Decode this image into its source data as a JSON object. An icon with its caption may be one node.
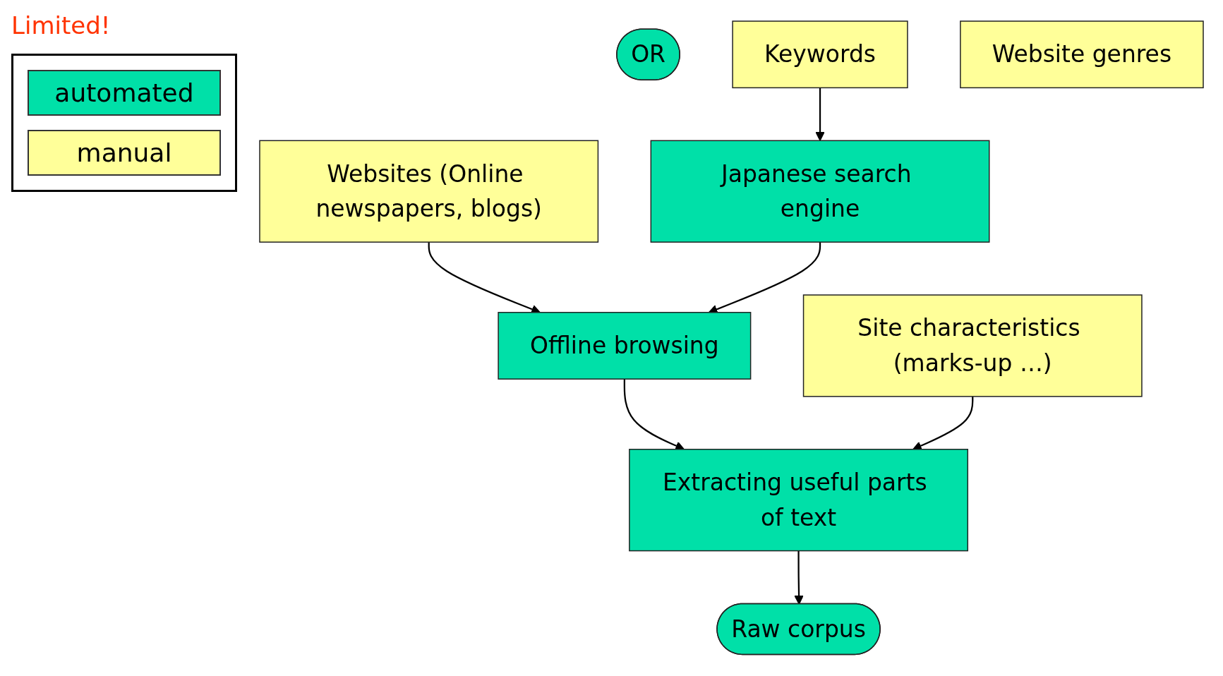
{
  "diagram": {
    "nodes": [
      {
        "text": [
          "Websites (Online newspapers, blogs)"
        ]
      },
      {
        "text": [
          "OR"
        ]
      },
      {
        "text": [
          "Japanese search engine"
        ]
      },
      {
        "text": [
          "Keywords"
        ]
      },
      {
        "text": [
          "Offline browsing"
        ]
      },
      {
        "text": [
          "Site characteristics (marks-up …)"
        ]
      },
      {
        "text": [
          "Website genres"
        ]
      },
      {
        "text": [
          "Extracting useful parts of text"
        ]
      },
      {
        "text": [
          "Raw corpus"
        ]
      }
    ],
    "edges": [
      {
        "from": 3,
        "to": 2,
        "arrow": "to"
      },
      {
        "from": 0,
        "to": 4,
        "arrow": "to"
      },
      {
        "from": 2,
        "to": 4,
        "arrow": "to"
      },
      {
        "from": 4,
        "to": 7,
        "arrow": "to"
      },
      {
        "from": 5,
        "to": 7,
        "arrow": "to"
      },
      {
        "from": 7,
        "to": 8,
        "arrow": "to"
      }
    ],
    "labels": [
      "Limited!"
    ],
    "legend": [
      {
        "text": "automated",
        "color": "#00e0a8"
      },
      {
        "text": "manual",
        "color": "#ffff99"
      }
    ]
  }
}
